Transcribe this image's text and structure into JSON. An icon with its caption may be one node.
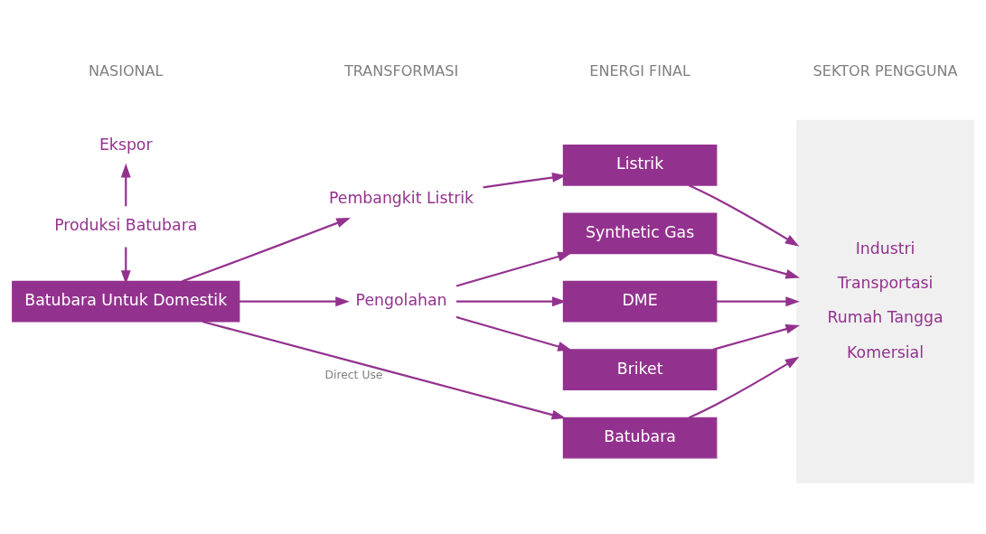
{
  "diagram": {
    "nodes": [
      {
        "text": [
          "Ekspor"
        ]
      },
      {
        "text": [
          "Produksi Batubara"
        ]
      },
      {
        "text": [
          "Batubara Untuk Domestik"
        ]
      },
      {
        "text": [
          "Pembangkit Listrik"
        ]
      },
      {
        "text": [
          "Pengolahan"
        ]
      },
      {
        "text": [
          "Listrik"
        ]
      },
      {
        "text": [
          "Synthetic Gas"
        ]
      },
      {
        "text": [
          "DME"
        ]
      },
      {
        "text": [
          "Briket"
        ]
      },
      {
        "text": [
          "Batubara"
        ]
      },
      {
        "text": [
          "Industri",
          "Transportasi",
          "Rumah Tangga",
          "Komersial"
        ]
      }
    ],
    "edges": [
      {
        "from": 1,
        "to": 0,
        "arrow": "to"
      },
      {
        "from": 1,
        "to": 2,
        "arrow": "to"
      },
      {
        "from": 2,
        "to": 3,
        "arrow": "to"
      },
      {
        "from": 2,
        "to": 4,
        "arrow": "to"
      },
      {
        "from": 2,
        "to": 9,
        "arrow": "to",
        "label": "Direct Use"
      },
      {
        "from": 3,
        "to": 5,
        "arrow": "to"
      },
      {
        "from": 4,
        "to": 6,
        "arrow": "to"
      },
      {
        "from": 4,
        "to": 7,
        "arrow": "to"
      },
      {
        "from": 4,
        "to": 8,
        "arrow": "to"
      },
      {
        "from": 5,
        "to": 10,
        "arrow": "to"
      },
      {
        "from": 6,
        "to": 10,
        "arrow": "to"
      },
      {
        "from": 7,
        "to": 10,
        "arrow": "to"
      },
      {
        "from": 8,
        "to": 10,
        "arrow": "to"
      },
      {
        "from": 9,
        "to": 10,
        "arrow": "to"
      }
    ],
    "labels": [
      "NASIONAL",
      "TRANSFORMASI",
      "ENERGI FINAL",
      "SEKTOR PENGGUNA"
    ]
  }
}
